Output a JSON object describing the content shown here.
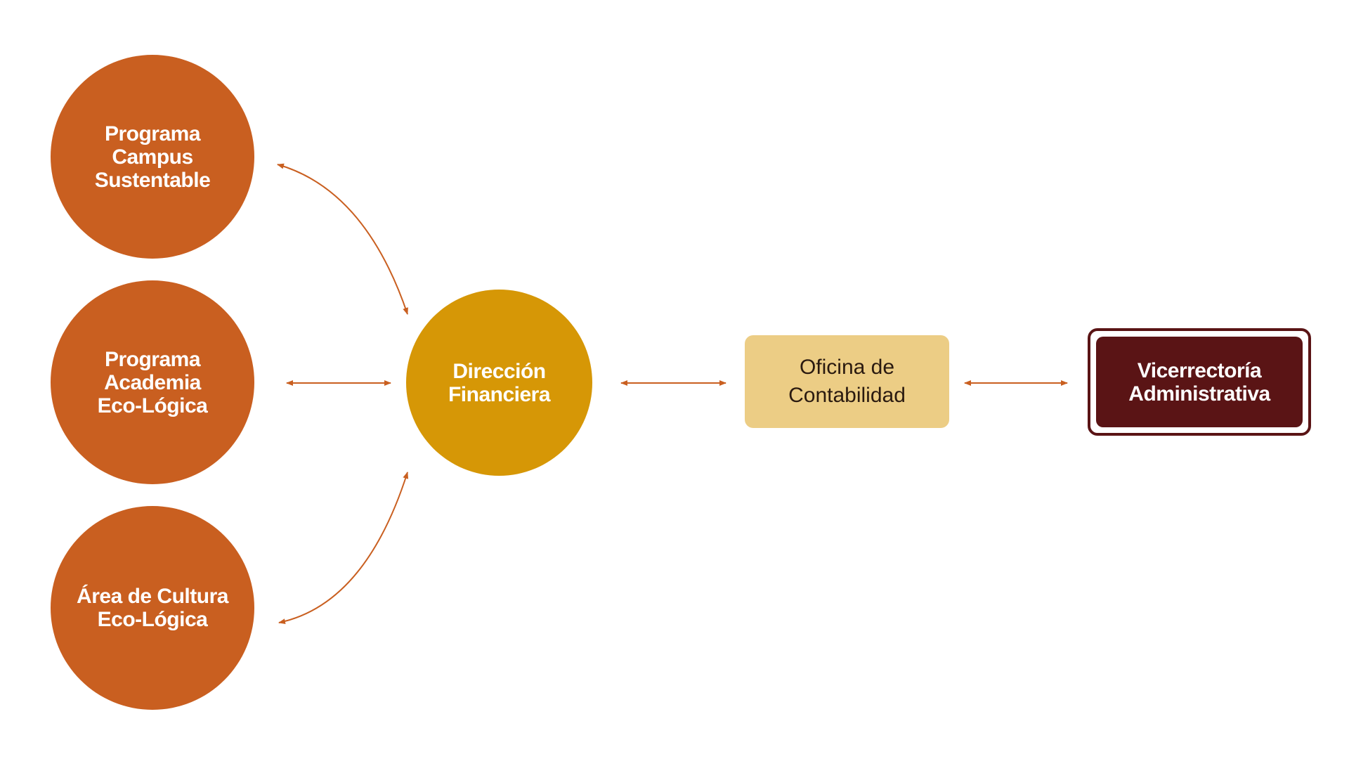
{
  "colors": {
    "orange": "#c95f20",
    "gold": "#d69706",
    "cream": "#eccd85",
    "maroon": "#5a1415",
    "connector": "#c95f20"
  },
  "nodes": {
    "campus_sustentable": "Programa\nCampus\nSustentable",
    "academia_eco_logica": "Programa\nAcademia\nEco-Lógica",
    "cultura_eco_logica": "Área de Cultura\nEco-Lógica",
    "direccion_financiera": "Dirección\nFinanciera",
    "oficina_contabilidad": "Oficina de\nContabilidad",
    "vicerrectoria_administrativa": "Vicerrectoría\nAdministrativa"
  },
  "connections": [
    {
      "from": "campus_sustentable",
      "to": "direccion_financiera",
      "direction": "bidirectional"
    },
    {
      "from": "academia_eco_logica",
      "to": "direccion_financiera",
      "direction": "bidirectional"
    },
    {
      "from": "cultura_eco_logica",
      "to": "direccion_financiera",
      "direction": "bidirectional"
    },
    {
      "from": "direccion_financiera",
      "to": "oficina_contabilidad",
      "direction": "bidirectional"
    },
    {
      "from": "oficina_contabilidad",
      "to": "vicerrectoria_administrativa",
      "direction": "bidirectional"
    }
  ]
}
